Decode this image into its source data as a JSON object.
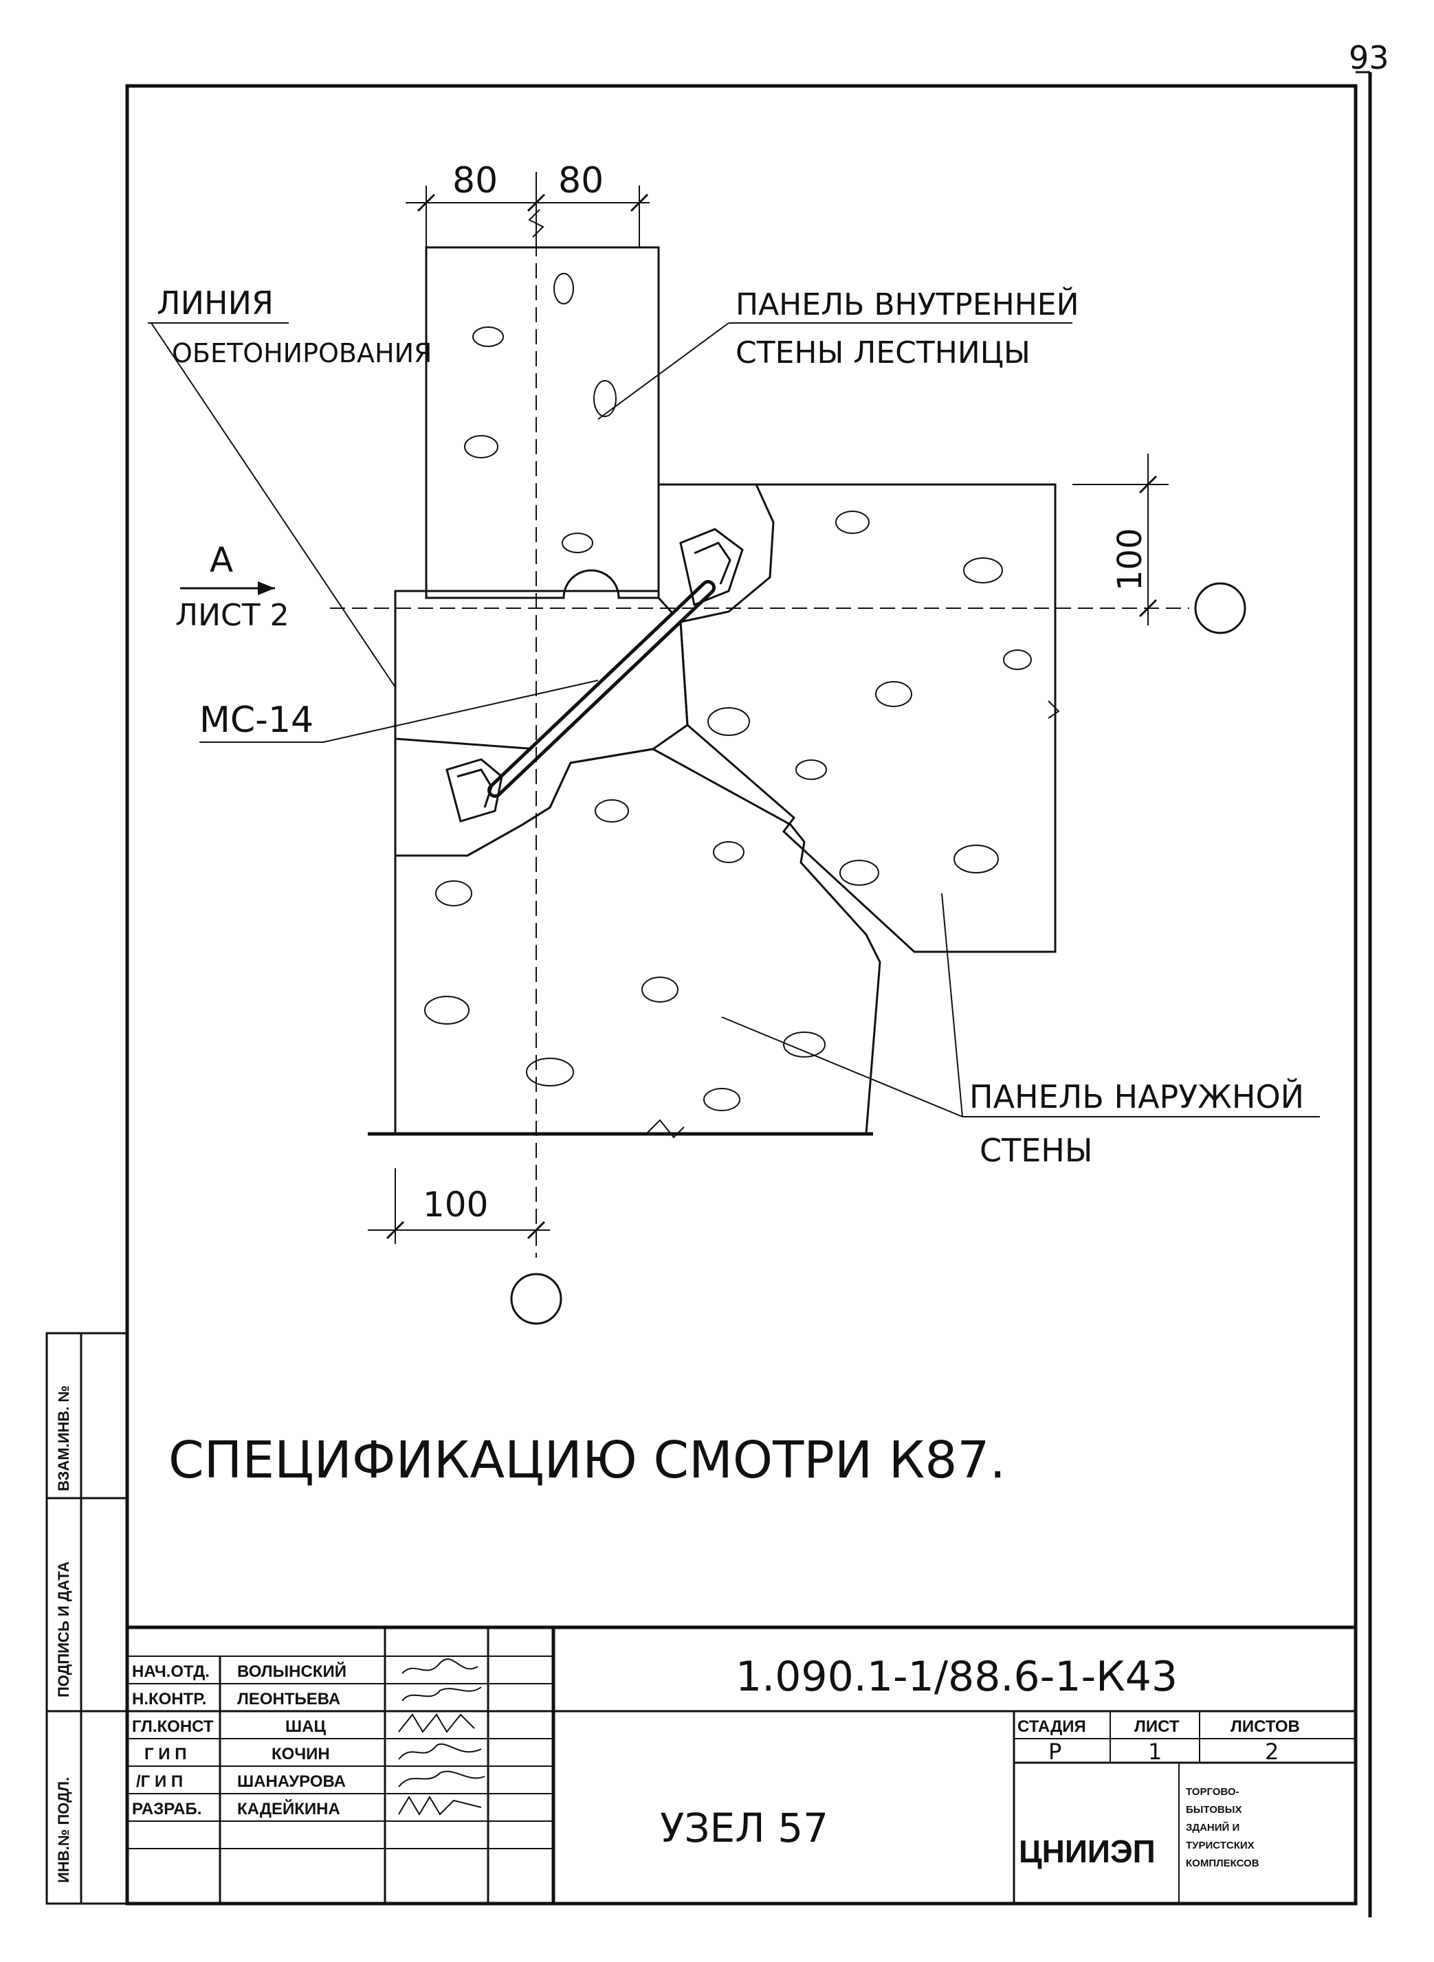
{
  "page_number": "93",
  "labels": {
    "line_label_1": "ЛИНИЯ",
    "line_label_2": "ОБЕТОНИРОВАНИЯ",
    "inner_panel_1": "ПАНЕЛЬ ВНУТРЕННЕЙ",
    "inner_panel_2": "СТЕНЫ ЛЕСТНИЦЫ",
    "outer_panel_1": "ПАНЕЛЬ НАРУЖНОЙ",
    "outer_panel_2": "СТЕНЫ",
    "section_letter": "А",
    "section_sheet": "ЛИСТ 2",
    "connector": "МС-14"
  },
  "dimensions": {
    "top_left": "80",
    "top_right": "80",
    "right_vertical": "100",
    "bottom": "100"
  },
  "note": "СПЕЦИФИКАЦИЮ СМОТРИ К87.",
  "side_stamp": {
    "col1": "ВЗАМ.ИНВ. №",
    "col2": "ПОДПИСЬ И ДАТА",
    "col3": "ИНВ.№ ПОДЛ."
  },
  "title_block": {
    "document_code": "1.090.1-1/88.6-1-К43",
    "title": "УЗЕЛ 57",
    "roles": [
      {
        "role": "НАЧ.ОТД.",
        "name": "ВОЛЫНСКИЙ"
      },
      {
        "role": "Н.КОНТР.",
        "name": "ЛЕОНТЬЕВА"
      },
      {
        "role": "ГЛ.КОНСТ",
        "name": "ШАЦ"
      },
      {
        "role": "Г И П",
        "name": "КОЧИН"
      },
      {
        "role": "/Г И П",
        "name": "ШАНАУРОВА"
      },
      {
        "role": "РАЗРАБ.",
        "name": "КАДЕЙКИНА"
      }
    ],
    "stage_label": "СТАДИЯ",
    "sheet_label": "ЛИСТ",
    "sheets_label": "ЛИСТОВ",
    "stage": "Р",
    "sheet": "1",
    "sheets": "2",
    "organization": "ЦНИИЭП",
    "org_desc": [
      "ТОРГОВО-",
      "БЫТОВЫХ",
      "ЗДАНИЙ И",
      "ТУРИСТСКИХ",
      "КОМПЛЕКСОВ"
    ]
  }
}
